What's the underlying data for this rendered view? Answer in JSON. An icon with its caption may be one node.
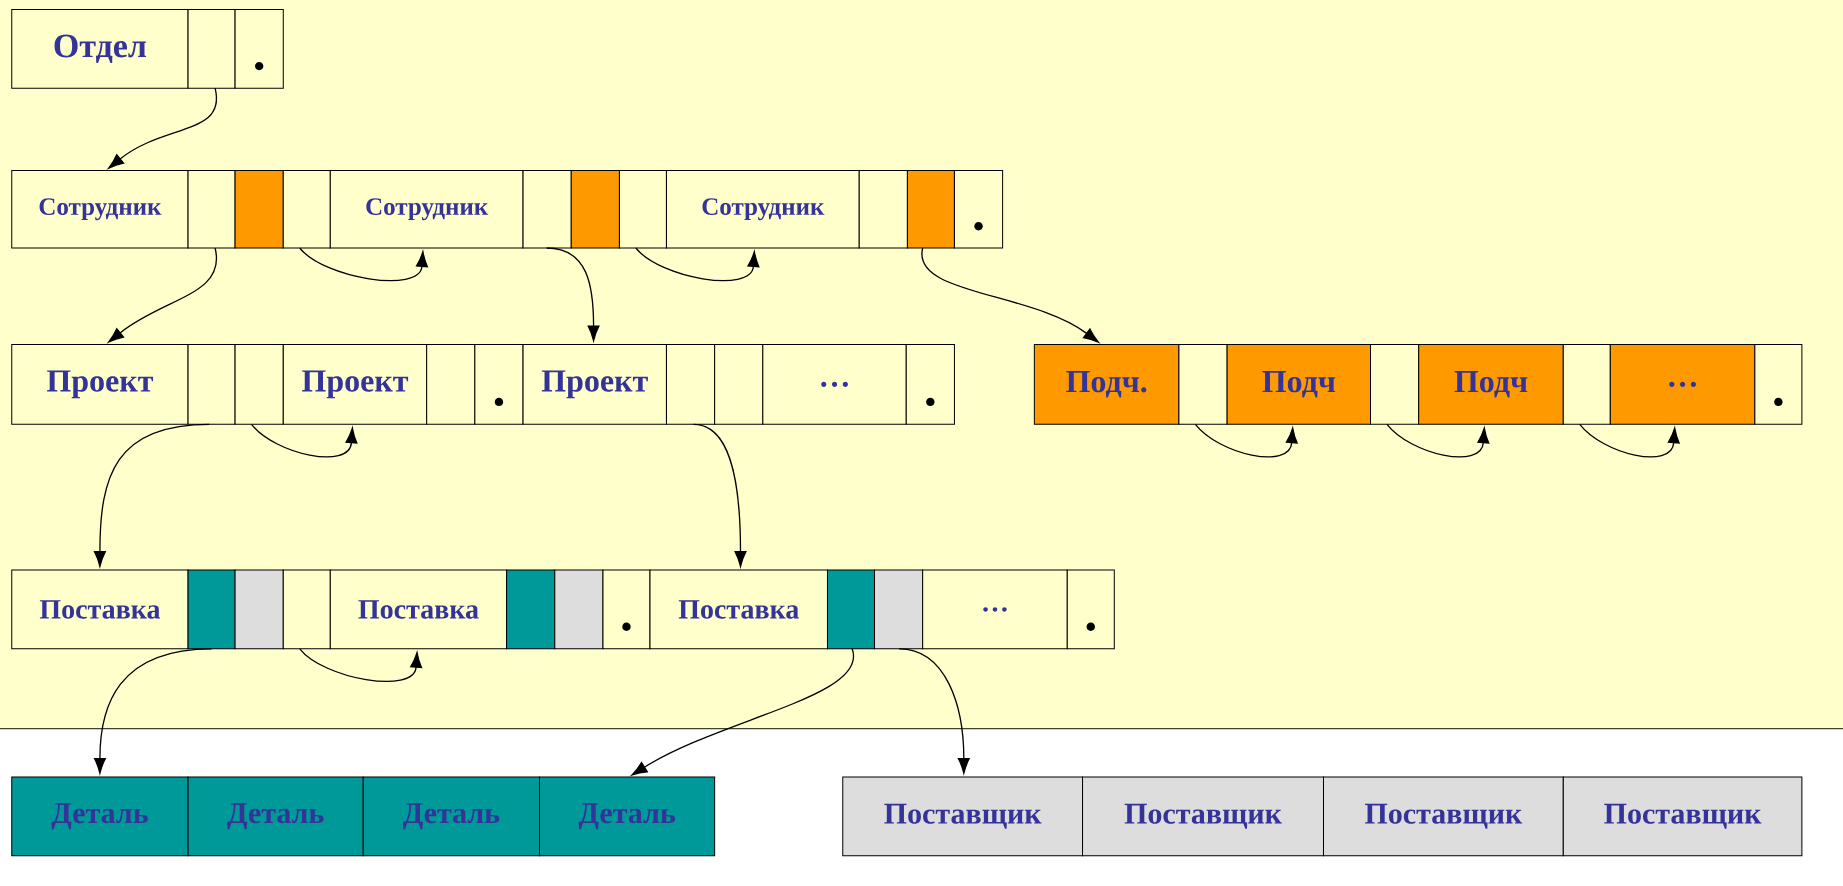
{
  "diagram": {
    "nodes": [
      {
        "text": [
          "Отдел"
        ]
      },
      {
        "text": [],
        "shape": "box"
      },
      {
        "text": [],
        "shape": "box"
      },
      {
        "text": [
          "Сотрудник"
        ]
      },
      {
        "text": [],
        "shape": "box"
      },
      {
        "text": [],
        "shape": "box"
      },
      {
        "text": [],
        "shape": "box"
      },
      {
        "text": [
          "Сотрудник"
        ]
      },
      {
        "text": [],
        "shape": "box"
      },
      {
        "text": [],
        "shape": "box"
      },
      {
        "text": [],
        "shape": "box"
      },
      {
        "text": [
          "Сотрудник"
        ]
      },
      {
        "text": [],
        "shape": "box"
      },
      {
        "text": [],
        "shape": "box"
      },
      {
        "text": [],
        "shape": "box"
      },
      {
        "text": [
          "Проект"
        ]
      },
      {
        "text": [],
        "shape": "box"
      },
      {
        "text": [],
        "shape": "box"
      },
      {
        "text": [
          "Проект"
        ]
      },
      {
        "text": [],
        "shape": "box"
      },
      {
        "text": [],
        "shape": "box"
      },
      {
        "text": [
          "Проект"
        ]
      },
      {
        "text": [],
        "shape": "box"
      },
      {
        "text": [],
        "shape": "box"
      },
      {
        "text": [
          "…"
        ]
      },
      {
        "text": [],
        "shape": "box"
      },
      {
        "text": [
          "Подч."
        ]
      },
      {
        "text": [],
        "shape": "box"
      },
      {
        "text": [
          "Подч"
        ]
      },
      {
        "text": [],
        "shape": "box"
      },
      {
        "text": [
          "Подч"
        ]
      },
      {
        "text": [],
        "shape": "box"
      },
      {
        "text": [
          "…"
        ]
      },
      {
        "text": [],
        "shape": "box"
      },
      {
        "text": [
          "Поставка"
        ]
      },
      {
        "text": [],
        "shape": "box"
      },
      {
        "text": [],
        "shape": "box"
      },
      {
        "text": [],
        "shape": "box"
      },
      {
        "text": [
          "Поставка"
        ]
      },
      {
        "text": [],
        "shape": "box"
      },
      {
        "text": [],
        "shape": "box"
      },
      {
        "text": [],
        "shape": "box"
      },
      {
        "text": [
          "Поставка"
        ]
      },
      {
        "text": [],
        "shape": "box"
      },
      {
        "text": [],
        "shape": "box"
      },
      {
        "text": [
          "…"
        ]
      },
      {
        "text": [],
        "shape": "box"
      },
      {
        "text": [
          "Деталь"
        ]
      },
      {
        "text": [
          "Деталь"
        ]
      },
      {
        "text": [
          "Деталь"
        ]
      },
      {
        "text": [
          "Деталь"
        ]
      },
      {
        "text": [
          "Поставщик"
        ]
      },
      {
        "text": [
          "Поставщик"
        ]
      },
      {
        "text": [
          "Поставщик"
        ]
      },
      {
        "text": [
          "Поставщик"
        ]
      }
    ],
    "edges": [
      {
        "from": 1,
        "to": 3,
        "arrow": "to"
      },
      {
        "from": 4,
        "to": 15,
        "arrow": "to"
      },
      {
        "from": 6,
        "to": 7,
        "arrow": "to"
      },
      {
        "from": 8,
        "to": 21,
        "arrow": "to"
      },
      {
        "from": 10,
        "to": 11,
        "arrow": "to"
      },
      {
        "from": 13,
        "to": 26,
        "arrow": "to"
      },
      {
        "from": 16,
        "to": 34,
        "arrow": "to"
      },
      {
        "from": 17,
        "to": 18,
        "arrow": "to"
      },
      {
        "from": 22,
        "to": 42,
        "arrow": "to"
      },
      {
        "from": 27,
        "to": 28,
        "arrow": "to"
      },
      {
        "from": 29,
        "to": 30,
        "arrow": "to"
      },
      {
        "from": 31,
        "to": 32,
        "arrow": "to"
      },
      {
        "from": 35,
        "to": 47,
        "arrow": "to"
      },
      {
        "from": 37,
        "to": 38,
        "arrow": "to"
      },
      {
        "from": 43,
        "to": 50,
        "arrow": "to"
      },
      {
        "from": 44,
        "to": 51,
        "arrow": "to"
      }
    ]
  }
}
